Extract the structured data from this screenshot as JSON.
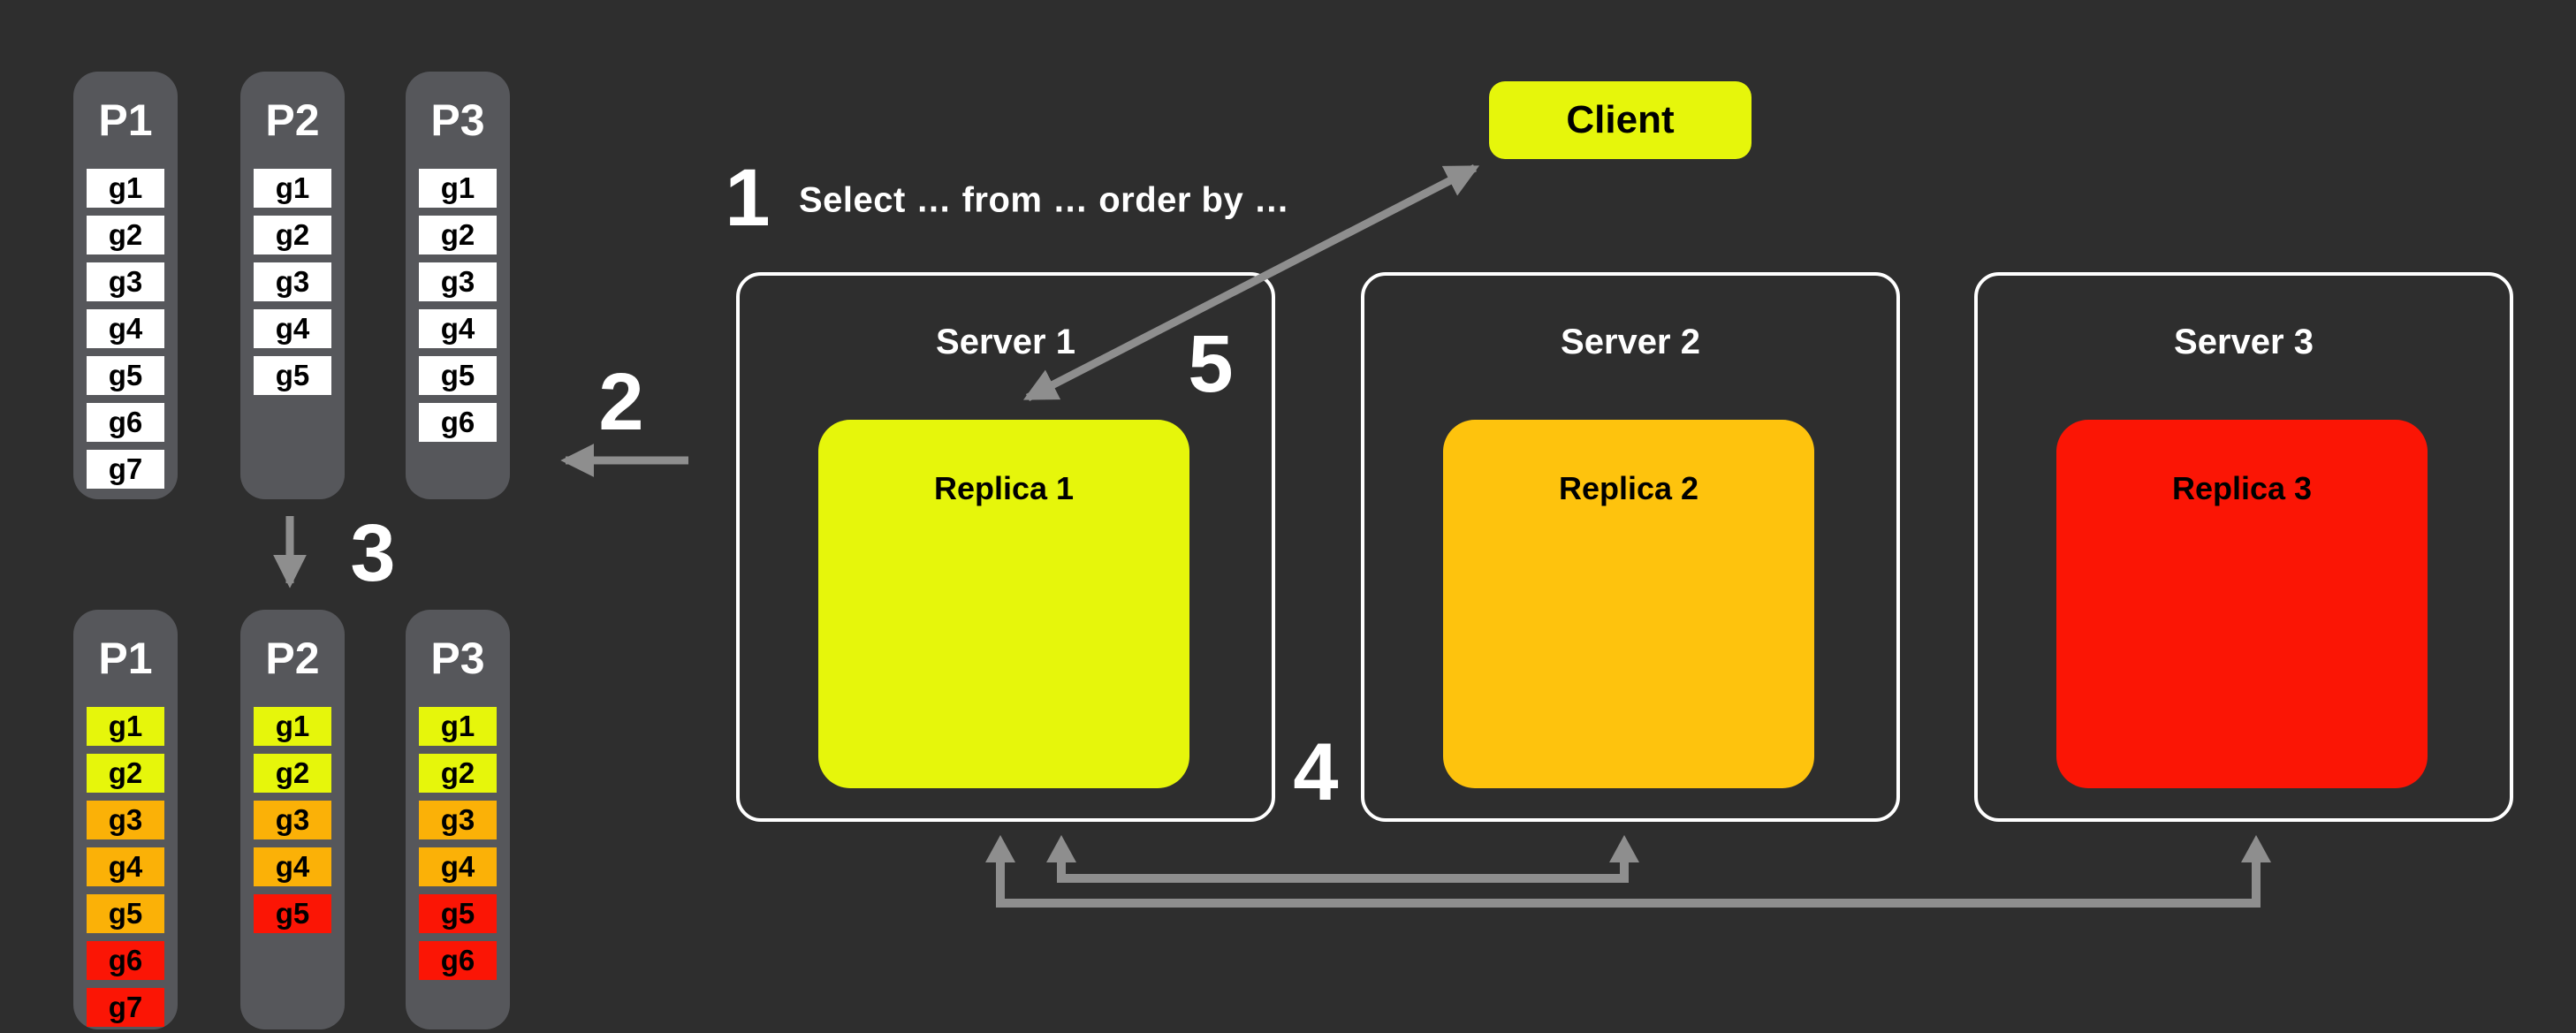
{
  "colors": {
    "background": "#2e2e2e",
    "partition_panel": "#56575b",
    "cell_white": "#ffffff",
    "yellow": "#e6f60b",
    "orange": "#fbb107",
    "gold": "#fec30d",
    "red": "#fb1505",
    "arrow_gray": "#8e8e8e",
    "server_border": "#ffffff",
    "text_light": "#ffffff",
    "text_dark": "#000000"
  },
  "steps": {
    "n1": "1",
    "query_text": "Select … from … order by …",
    "n2": "2",
    "n3": "3",
    "n4": "4",
    "n5": "5"
  },
  "client": {
    "label": "Client"
  },
  "servers": [
    {
      "name": "Server 1",
      "replica": {
        "label": "Replica 1",
        "color": "yellow"
      }
    },
    {
      "name": "Server 2",
      "replica": {
        "label": "Replica 2",
        "color": "gold"
      }
    },
    {
      "name": "Server 3",
      "replica": {
        "label": "Replica 3",
        "color": "red"
      }
    }
  ],
  "partitions_before": [
    {
      "label": "P1",
      "cells": [
        {
          "label": "g1",
          "color": "white"
        },
        {
          "label": "g2",
          "color": "white"
        },
        {
          "label": "g3",
          "color": "white"
        },
        {
          "label": "g4",
          "color": "white"
        },
        {
          "label": "g5",
          "color": "white"
        },
        {
          "label": "g6",
          "color": "white"
        },
        {
          "label": "g7",
          "color": "white"
        }
      ]
    },
    {
      "label": "P2",
      "cells": [
        {
          "label": "g1",
          "color": "white"
        },
        {
          "label": "g2",
          "color": "white"
        },
        {
          "label": "g3",
          "color": "white"
        },
        {
          "label": "g4",
          "color": "white"
        },
        {
          "label": "g5",
          "color": "white"
        }
      ]
    },
    {
      "label": "P3",
      "cells": [
        {
          "label": "g1",
          "color": "white"
        },
        {
          "label": "g2",
          "color": "white"
        },
        {
          "label": "g3",
          "color": "white"
        },
        {
          "label": "g4",
          "color": "white"
        },
        {
          "label": "g5",
          "color": "white"
        },
        {
          "label": "g6",
          "color": "white"
        }
      ]
    }
  ],
  "partitions_after": [
    {
      "label": "P1",
      "cells": [
        {
          "label": "g1",
          "color": "yellow"
        },
        {
          "label": "g2",
          "color": "yellow"
        },
        {
          "label": "g3",
          "color": "orange"
        },
        {
          "label": "g4",
          "color": "orange"
        },
        {
          "label": "g5",
          "color": "orange"
        },
        {
          "label": "g6",
          "color": "red"
        },
        {
          "label": "g7",
          "color": "red"
        }
      ]
    },
    {
      "label": "P2",
      "cells": [
        {
          "label": "g1",
          "color": "yellow"
        },
        {
          "label": "g2",
          "color": "yellow"
        },
        {
          "label": "g3",
          "color": "orange"
        },
        {
          "label": "g4",
          "color": "orange"
        },
        {
          "label": "g5",
          "color": "red"
        }
      ]
    },
    {
      "label": "P3",
      "cells": [
        {
          "label": "g1",
          "color": "yellow"
        },
        {
          "label": "g2",
          "color": "yellow"
        },
        {
          "label": "g3",
          "color": "orange"
        },
        {
          "label": "g4",
          "color": "orange"
        },
        {
          "label": "g5",
          "color": "red"
        },
        {
          "label": "g6",
          "color": "red"
        }
      ]
    }
  ]
}
